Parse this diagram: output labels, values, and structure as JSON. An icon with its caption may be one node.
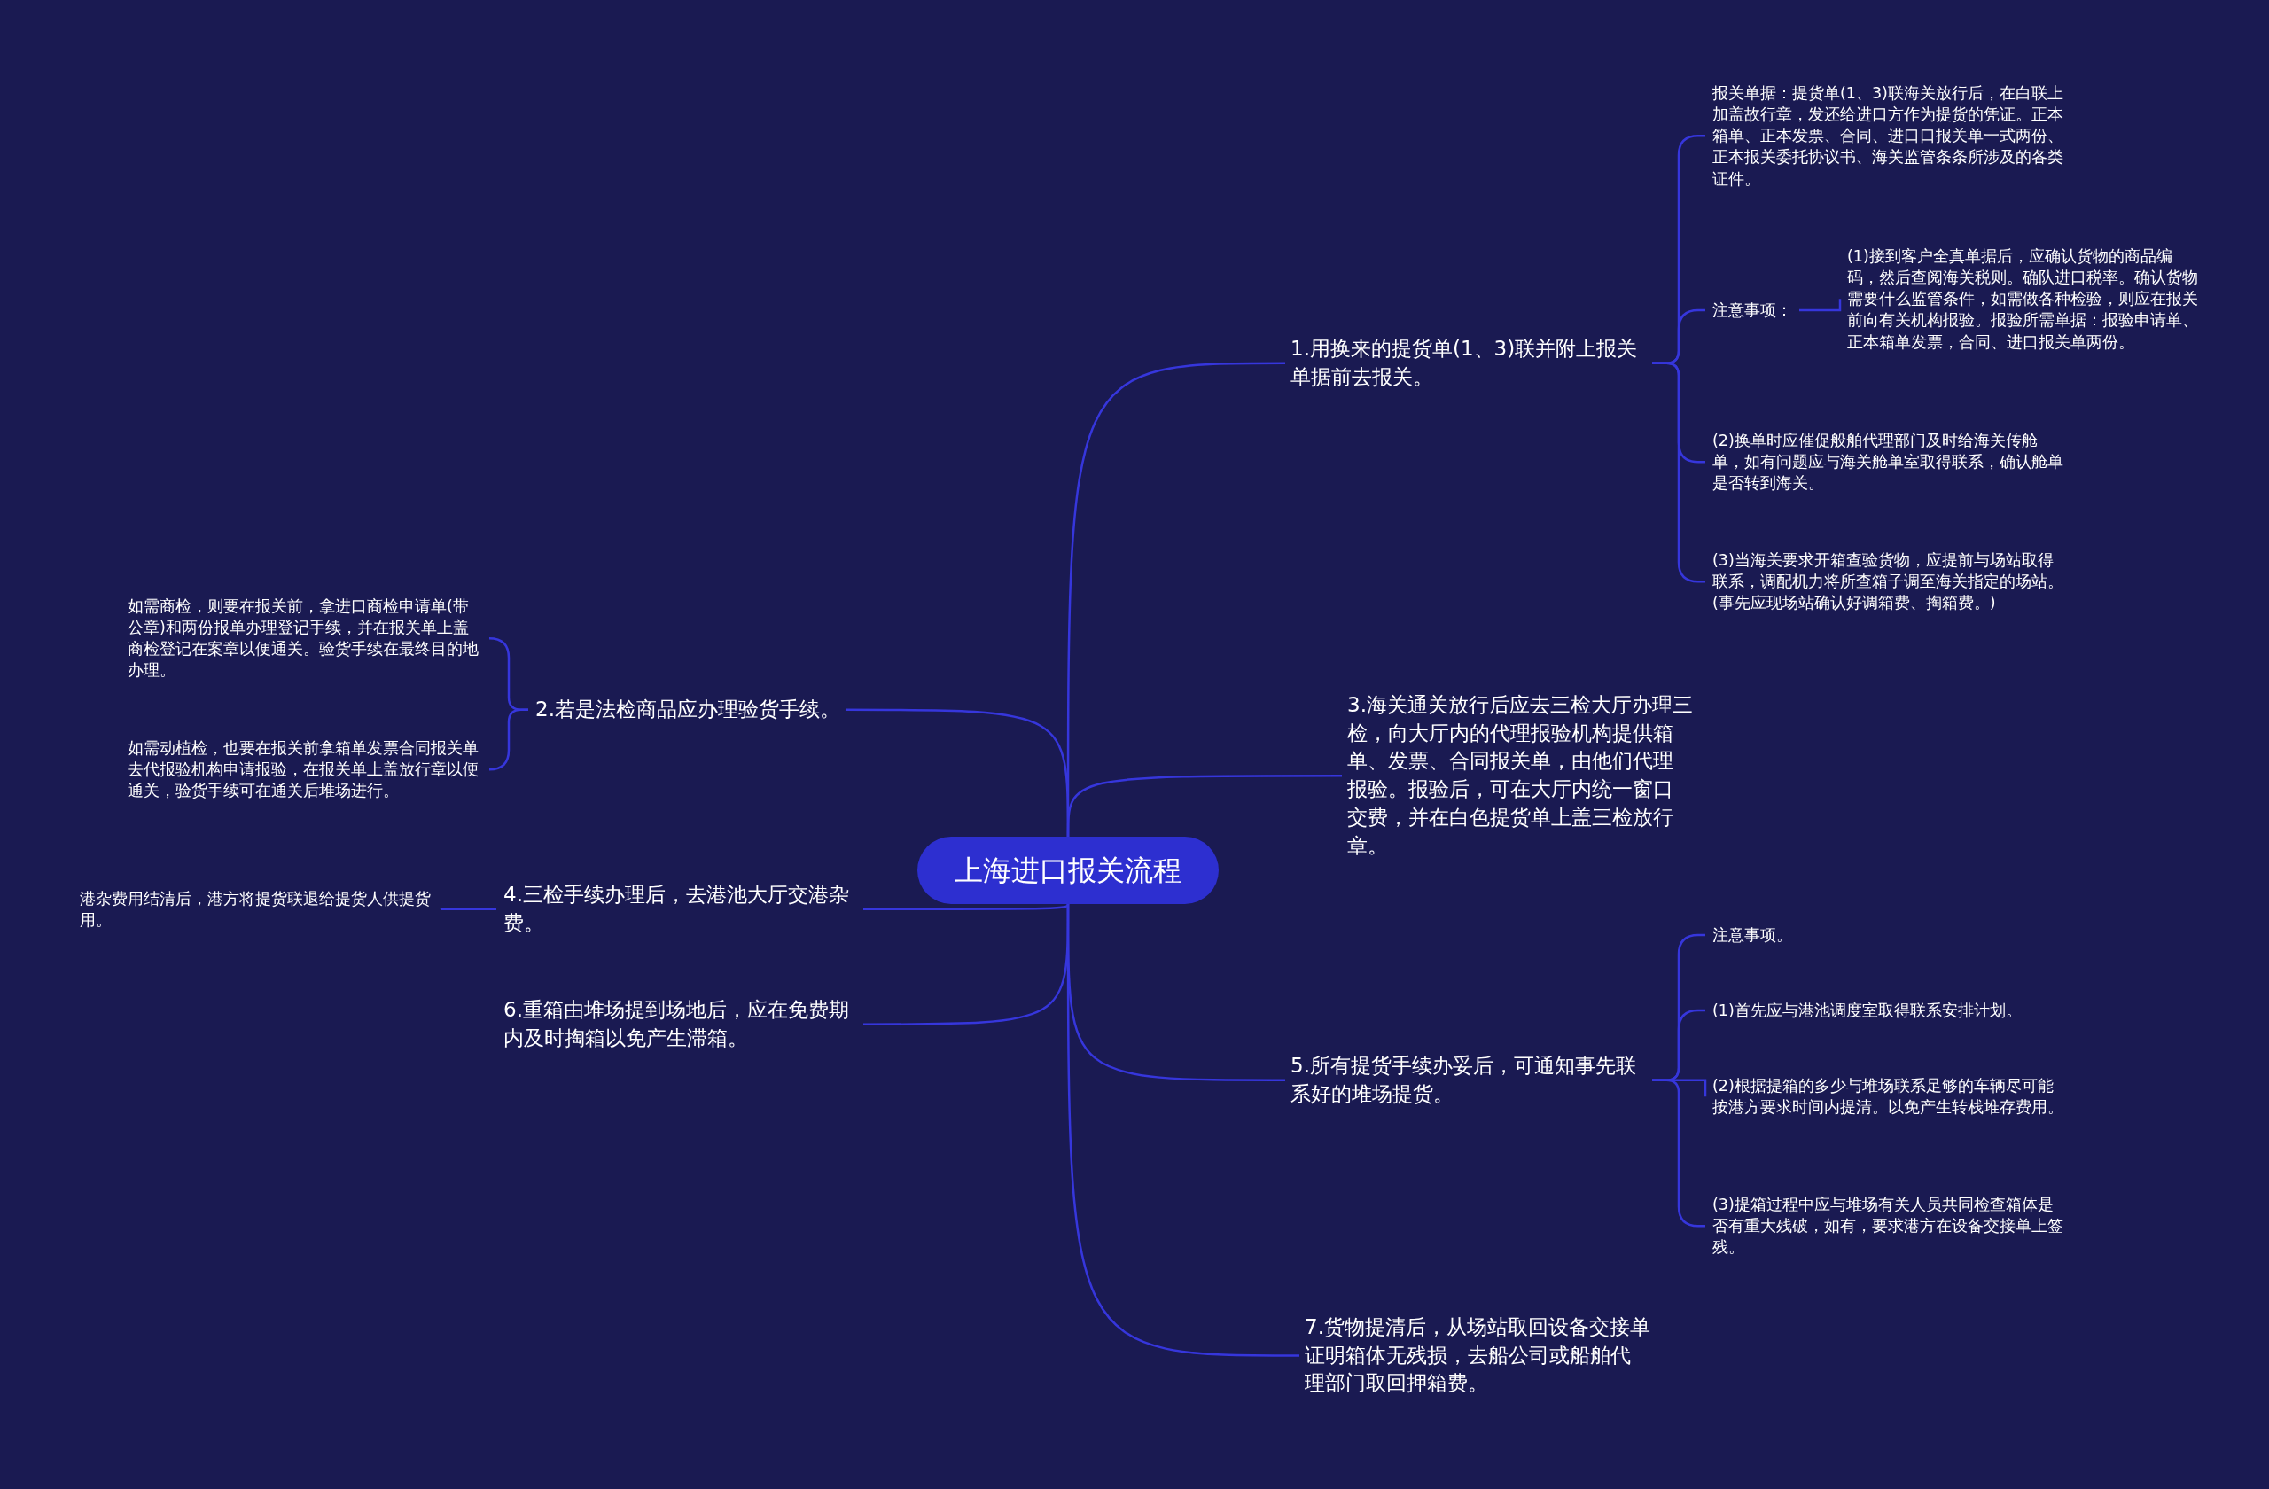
{
  "diagram": {
    "nodes": [
      {
        "text": [
          "上海进口报关流程"
        ]
      },
      {
        "text": [
          "1.用换来的提货单(1、3)联并附上报关单据前去报关。"
        ]
      },
      {
        "text": [
          "报关单据：提货单(1、3)联海关放行后，在白联上加盖故行章，发还给进口方作为提货的凭证。正本箱单、正本发票、合同、进口口报关单一式两份、正本报关委托协议书、海关监管条条所涉及的各类证件。"
        ]
      },
      {
        "text": [
          "注意事项："
        ]
      },
      {
        "text": [
          "(1)接到客户全真单据后，应确认货物的商品编码，然后查阅海关税则。确队进口税率。确认货物需要什么监管条件，如需做各种检验，则应在报关前向有关机构报验。报验所需单据：报验申请单、正本箱单发票，合同、进口报关单两份。"
        ]
      },
      {
        "text": [
          "(2)换单时应催促般舶代理部门及时给海关传舱单，如有问题应与海关舱单室取得联系，确认舱单是否转到海关。"
        ]
      },
      {
        "text": [
          "(3)当海关要求开箱查验货物，应提前与场站取得联系，调配机力将所查箱子调至海关指定的场站。(事先应现场站确认好调箱费、掏箱费。)"
        ]
      },
      {
        "text": [
          "2.若是法检商品应办理验货手续。"
        ]
      },
      {
        "text": [
          "如需商检，则要在报关前，拿进口商检申请单(带公章)和两份报单办理登记手续，并在报关单上盖商检登记在案章以便通关。验货手续在最终目的地办理。"
        ]
      },
      {
        "text": [
          "如需动植检，也要在报关前拿箱单发票合同报关单去代报验机构申请报验，在报关单上盖放行章以便通关，验货手续可在通关后堆场进行。"
        ]
      },
      {
        "text": [
          "3.海关通关放行后应去三检大厅办理三检，向大厅内的代理报验机构提供箱单、发票、合同报关单，由他们代理报验。报验后，可在大厅内统一窗口交费，并在白色提货单上盖三检放行章。"
        ]
      },
      {
        "text": [
          "4.三检手续办理后，去港池大厅交港杂费。"
        ]
      },
      {
        "text": [
          "港杂费用结清后，港方将提货联退给提货人供提货用。"
        ]
      },
      {
        "text": [
          "5.所有提货手续办妥后，可通知事先联系好的堆场提货。"
        ]
      },
      {
        "text": [
          "注意事项。"
        ]
      },
      {
        "text": [
          "(1)首先应与港池调度室取得联系安排计划。"
        ]
      },
      {
        "text": [
          "(2)根据提箱的多少与堆场联系足够的车辆尽可能按港方要求时间内提清。以免产生转栈堆存费用。"
        ]
      },
      {
        "text": [
          "(3)提箱过程中应与堆场有关人员共同检查箱体是否有重大残破，如有，要求港方在设备交接单上签残。"
        ]
      },
      {
        "text": [
          "6.重箱由堆场提到场地后，应在免费期内及时掏箱以免产生滞箱。"
        ]
      },
      {
        "text": [
          "7.货物提清后，从场站取回设备交接单证明箱体无残损，去船公司或船舶代理部门取回押箱费。"
        ]
      }
    ],
    "edges": [
      {
        "from": 0,
        "to": 1,
        "arrow": "none"
      },
      {
        "from": 1,
        "to": 2,
        "arrow": "none"
      },
      {
        "from": 1,
        "to": 3,
        "arrow": "none"
      },
      {
        "from": 3,
        "to": 4,
        "arrow": "none"
      },
      {
        "from": 1,
        "to": 5,
        "arrow": "none"
      },
      {
        "from": 1,
        "to": 6,
        "arrow": "none"
      },
      {
        "from": 0,
        "to": 7,
        "arrow": "none"
      },
      {
        "from": 7,
        "to": 8,
        "arrow": "none"
      },
      {
        "from": 7,
        "to": 9,
        "arrow": "none"
      },
      {
        "from": 0,
        "to": 10,
        "arrow": "none"
      },
      {
        "from": 0,
        "to": 11,
        "arrow": "none"
      },
      {
        "from": 11,
        "to": 12,
        "arrow": "none"
      },
      {
        "from": 0,
        "to": 13,
        "arrow": "none"
      },
      {
        "from": 13,
        "to": 14,
        "arrow": "none"
      },
      {
        "from": 13,
        "to": 15,
        "arrow": "none"
      },
      {
        "from": 13,
        "to": 16,
        "arrow": "none"
      },
      {
        "from": 13,
        "to": 17,
        "arrow": "none"
      },
      {
        "from": 0,
        "to": 18,
        "arrow": "none"
      },
      {
        "from": 0,
        "to": 19,
        "arrow": "none"
      }
    ]
  }
}
